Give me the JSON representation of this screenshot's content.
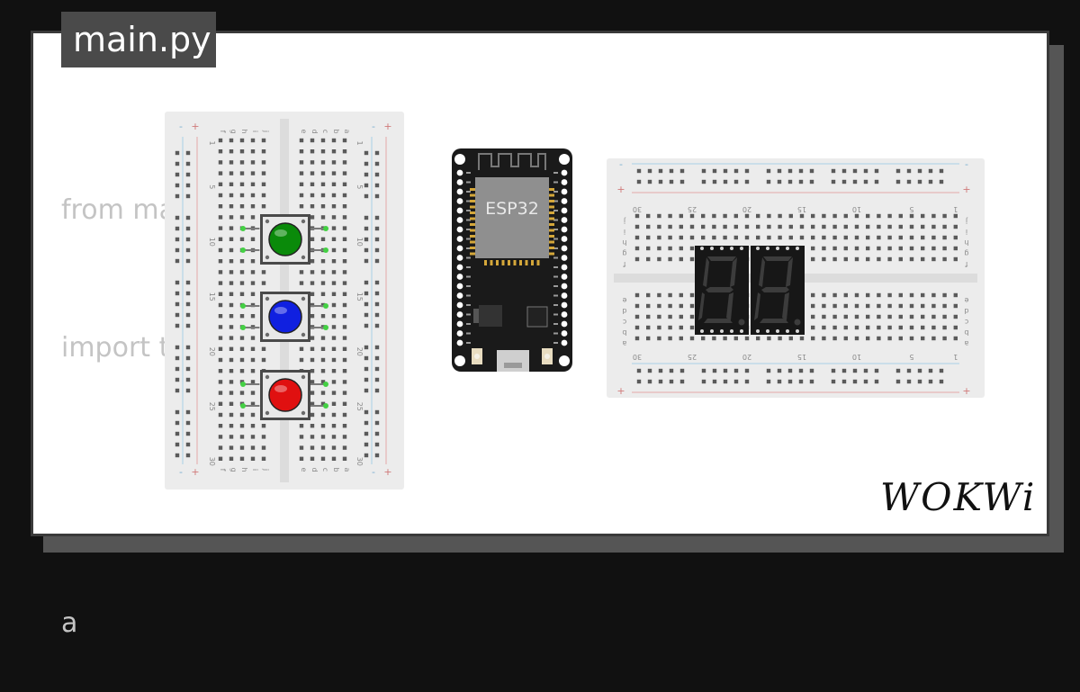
{
  "file_tab": {
    "name": "main.py"
  },
  "code_lines": [
    "from machine import pin",
    "import t",
    "",
    "a"
  ],
  "mcu": {
    "label": "ESP32"
  },
  "breadboard_left": {
    "row_labels": [
      "1",
      "5",
      "10",
      "15",
      "20",
      "25",
      "30"
    ],
    "col_labels_left": [
      "f",
      "g",
      "h",
      "i",
      "j"
    ],
    "col_labels_right": [
      "e",
      "d",
      "c",
      "b",
      "a"
    ]
  },
  "breadboard_right": {
    "col_labels": [
      "30",
      "25",
      "20",
      "15",
      "10",
      "5",
      "1"
    ],
    "row_labels_top": [
      "j",
      "i",
      "h",
      "g",
      "f"
    ],
    "row_labels_bottom": [
      "e",
      "d",
      "c",
      "b",
      "a"
    ]
  },
  "buttons": [
    {
      "name": "green",
      "color": "#0a8a0a"
    },
    {
      "name": "blue",
      "color": "#1020e0"
    },
    {
      "name": "red",
      "color": "#e01010"
    }
  ],
  "display": {
    "digits": 2,
    "segment_color": "#3c3c3c"
  },
  "brand": {
    "logo": "WOKWi"
  }
}
